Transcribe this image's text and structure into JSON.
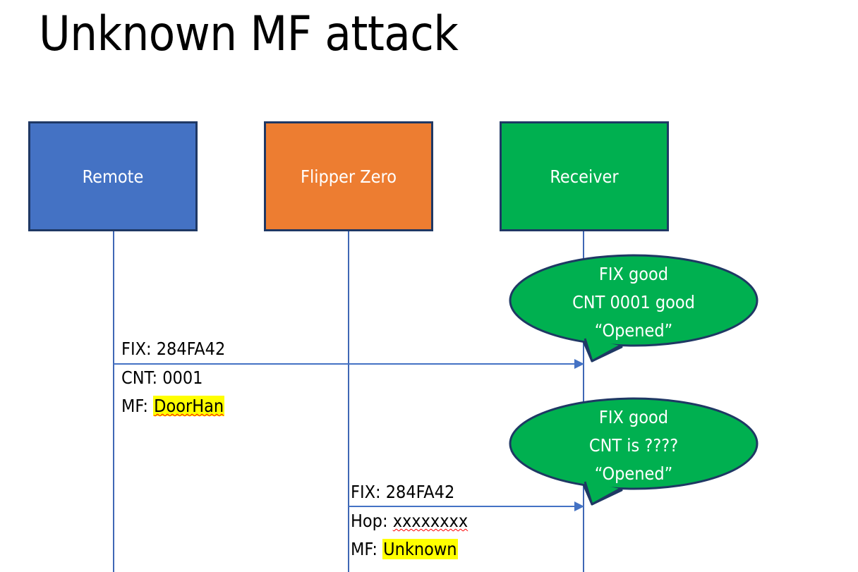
{
  "slide": {
    "title": "Unknown MF attack",
    "background_color": "#FFFFFF"
  },
  "colors": {
    "remote_blue": "#4472C4",
    "flipper_orange": "#ED7D31",
    "receiver_green": "#00B050",
    "box_border": "#1F3864",
    "arrow_blue": "#4472C4",
    "highlight_yellow": "#FFFF00",
    "spellcheck_red": "#FF0000",
    "text_white": "#FFFFFF",
    "text_black": "#000000"
  },
  "actors": [
    {
      "id": "remote",
      "label": "Remote",
      "color": "#4472C4"
    },
    {
      "id": "flipper",
      "label": "Flipper Zero",
      "color": "#ED7D31"
    },
    {
      "id": "receiver",
      "label": "Receiver",
      "color": "#00B050"
    }
  ],
  "messages": [
    {
      "id": "remote-to-receiver",
      "from": "remote",
      "to": "receiver",
      "lines": [
        {
          "prefix": "FIX: ",
          "value": "284FA42",
          "highlight": false,
          "spellcheck_error": false
        },
        {
          "prefix": "CNT: ",
          "value": "0001",
          "highlight": false,
          "spellcheck_error": false
        },
        {
          "prefix": "MF: ",
          "value": "DoorHan",
          "highlight": true,
          "spellcheck_error": true
        }
      ]
    },
    {
      "id": "flipper-to-receiver",
      "from": "flipper",
      "to": "receiver",
      "lines": [
        {
          "prefix": "FIX: ",
          "value": "284FA42",
          "highlight": false,
          "spellcheck_error": false
        },
        {
          "prefix": "Hop: ",
          "value": "xxxxxxxx",
          "highlight": false,
          "spellcheck_error": true
        },
        {
          "prefix": "MF: ",
          "value": "Unknown",
          "highlight": true,
          "spellcheck_error": false
        }
      ]
    }
  ],
  "callouts": [
    {
      "id": "callout-1",
      "owner": "receiver",
      "color": "#00B050",
      "lines": [
        "FIX good",
        "CNT 0001 good",
        "“Opened”"
      ]
    },
    {
      "id": "callout-2",
      "owner": "receiver",
      "color": "#00B050",
      "lines": [
        "FIX good",
        "CNT is ????",
        "“Opened”"
      ]
    }
  ]
}
